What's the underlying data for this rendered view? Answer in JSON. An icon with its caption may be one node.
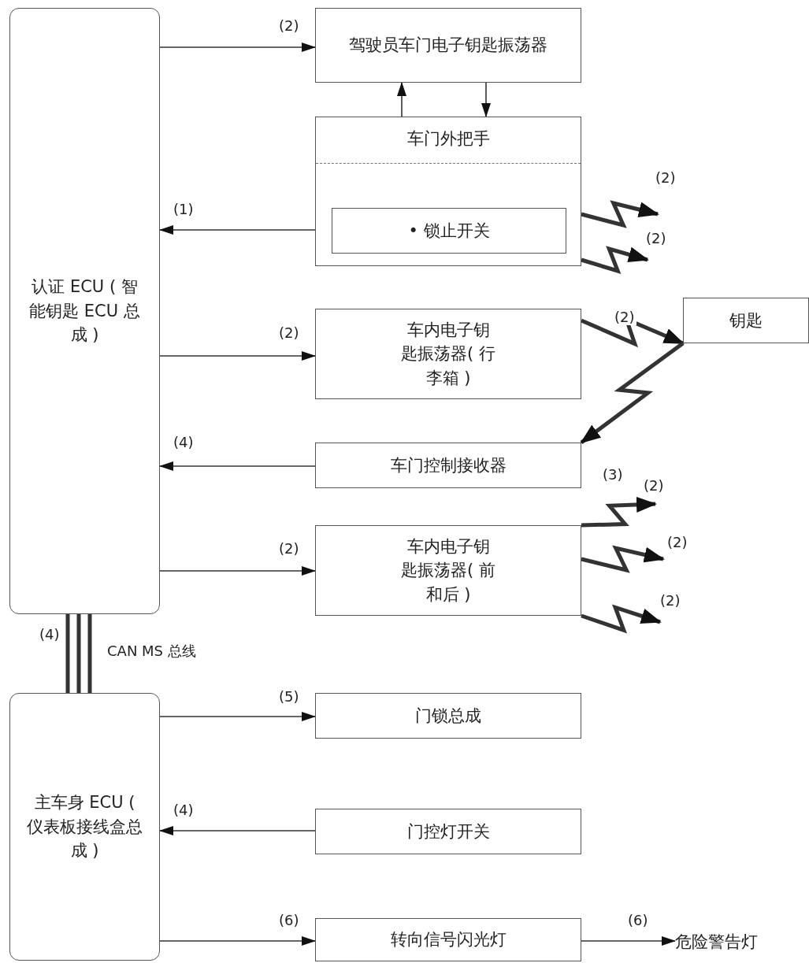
{
  "diagram": {
    "nodes": [
      {
        "text": [
          "认证 ECU ( 智能钥匙 ECU 总成 )"
        ]
      },
      {
        "text": [
          "驾驶员车门电子钥匙振荡器"
        ]
      },
      {
        "text": [
          "车门外把手"
        ]
      },
      {
        "text": [
          "• 锁止开关"
        ],
        "in": 2
      },
      {
        "text": [
          "车内电子钥匙振荡器( 行李箱 )"
        ]
      },
      {
        "text": [
          "钥匙"
        ]
      },
      {
        "text": [
          "车门控制接收器"
        ]
      },
      {
        "text": [
          "车内电子钥匙振荡器( 前和后 )"
        ]
      },
      {
        "text": [
          "主车身 ECU ( 仪表板接线盒总成 )"
        ]
      },
      {
        "text": [
          "门锁总成"
        ]
      },
      {
        "text": [
          "门控灯开关"
        ]
      },
      {
        "text": [
          "转向信号闪光灯"
        ]
      },
      {
        "text": [
          "危险警告灯"
        ]
      }
    ],
    "edges": [
      {
        "from": 0,
        "to": 1,
        "arrow": "to",
        "label": "(2)"
      },
      {
        "from": 2,
        "to": 1,
        "arrow": "to"
      },
      {
        "from": 1,
        "to": 2,
        "arrow": "to"
      },
      {
        "from": 3,
        "to": 0,
        "arrow": "to",
        "label": "(1)"
      },
      {
        "from": 2,
        "to": null,
        "arrow": "to",
        "label": "(2)",
        "style": "thick"
      },
      {
        "from": 2,
        "to": null,
        "arrow": "to",
        "label": "(2)",
        "style": "thick"
      },
      {
        "from": 0,
        "to": 4,
        "arrow": "to",
        "label": "(2)"
      },
      {
        "from": 4,
        "to": 5,
        "arrow": "to",
        "label": "(2)",
        "style": "thick"
      },
      {
        "from": 5,
        "to": 6,
        "arrow": "to",
        "label": "(3)",
        "style": "thick"
      },
      {
        "from": 6,
        "to": 0,
        "arrow": "to",
        "label": "(4)"
      },
      {
        "from": 0,
        "to": 7,
        "arrow": "to",
        "label": "(2)"
      },
      {
        "from": 7,
        "to": null,
        "arrow": "to",
        "label": "(2)",
        "style": "thick"
      },
      {
        "from": 7,
        "to": null,
        "arrow": "to",
        "label": "(2)",
        "style": "thick"
      },
      {
        "from": 7,
        "to": null,
        "arrow": "to",
        "label": "(2)",
        "style": "thick"
      },
      {
        "from": 0,
        "to": 8,
        "arrow": "none",
        "label": "CAN MS 总线",
        "style": "thick"
      },
      {
        "from": 8,
        "to": 9,
        "arrow": "to",
        "label": "(5)"
      },
      {
        "from": 10,
        "to": 8,
        "arrow": "to",
        "label": "(4)"
      },
      {
        "from": 8,
        "to": 11,
        "arrow": "to",
        "label": "(6)"
      },
      {
        "from": 11,
        "to": 12,
        "arrow": "to",
        "label": "(6)"
      }
    ],
    "labels": [
      "(4)"
    ]
  }
}
